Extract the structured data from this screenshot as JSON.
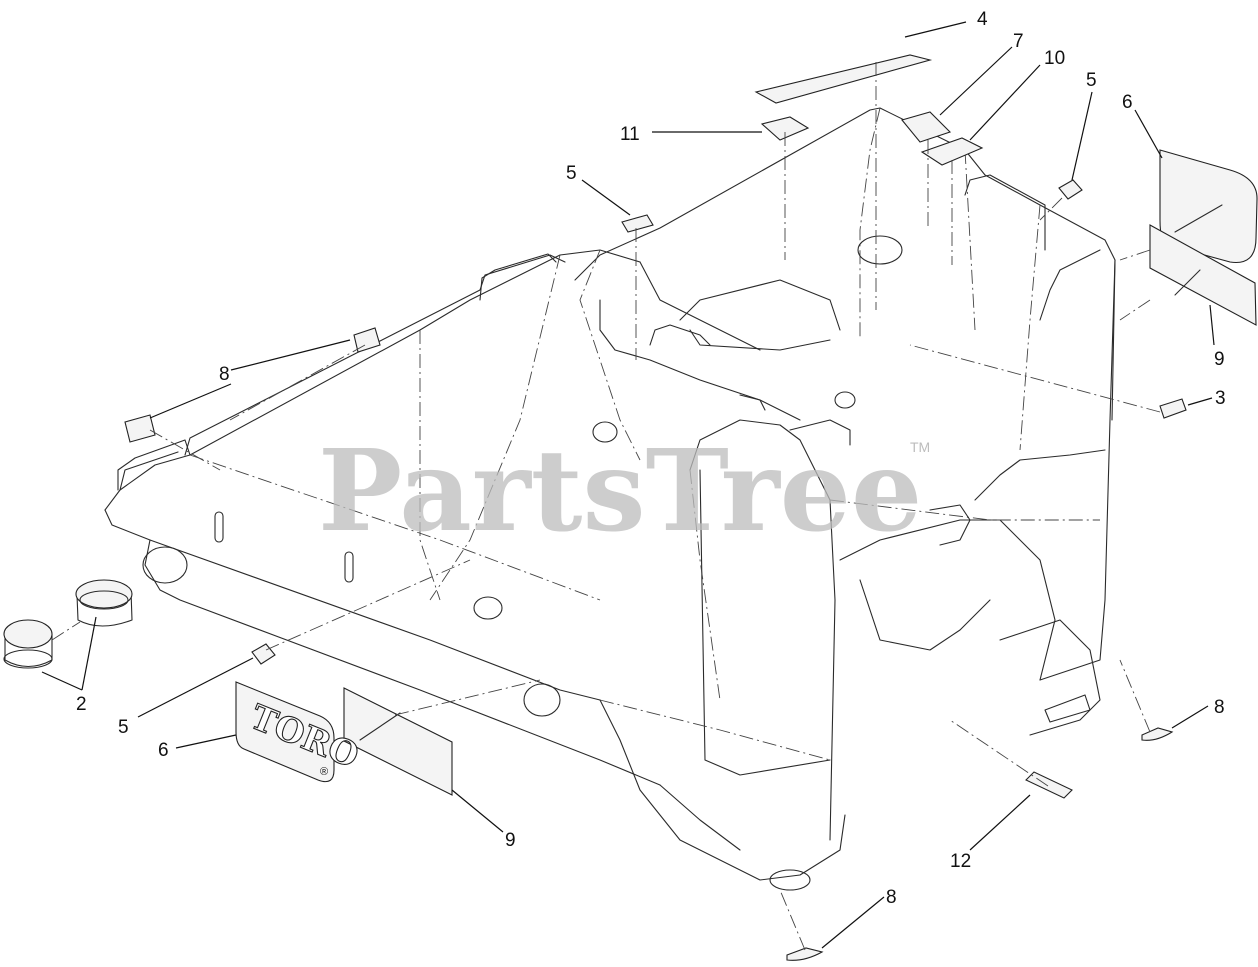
{
  "watermark": {
    "text": "PartsTree",
    "mark": "TM"
  },
  "logo_decal": {
    "text": "TORO",
    "mark": "®"
  },
  "callouts": [
    {
      "id": "c4",
      "label": "4"
    },
    {
      "id": "c7",
      "label": "7"
    },
    {
      "id": "c10",
      "label": "10"
    },
    {
      "id": "c5a",
      "label": "5"
    },
    {
      "id": "c6a",
      "label": "6"
    },
    {
      "id": "c11",
      "label": "11"
    },
    {
      "id": "c5b",
      "label": "5"
    },
    {
      "id": "c8a",
      "label": "8"
    },
    {
      "id": "c9a",
      "label": "9"
    },
    {
      "id": "c3",
      "label": "3"
    },
    {
      "id": "c2",
      "label": "2"
    },
    {
      "id": "c5c",
      "label": "5"
    },
    {
      "id": "c6b",
      "label": "6"
    },
    {
      "id": "c9b",
      "label": "9"
    },
    {
      "id": "c8b",
      "label": "8"
    },
    {
      "id": "c12",
      "label": "12"
    },
    {
      "id": "c8c",
      "label": "8"
    }
  ]
}
